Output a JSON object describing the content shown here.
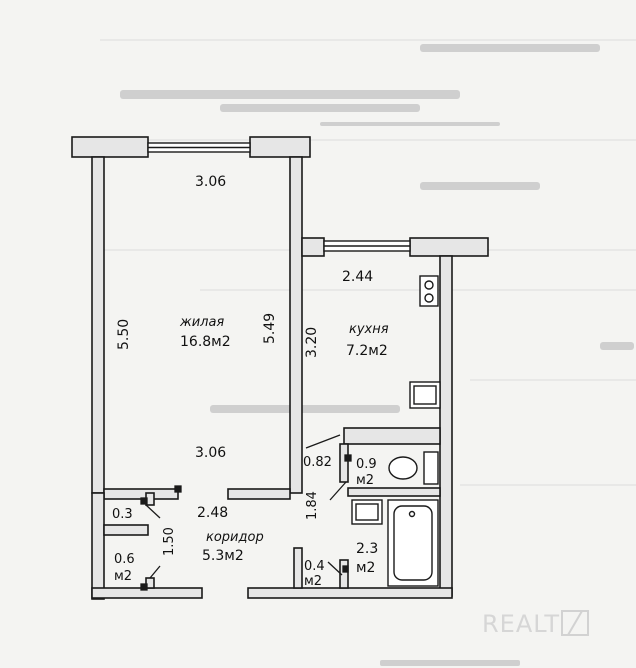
{
  "plan": {
    "living_room": {
      "name": "жилая",
      "area": "16.8м2",
      "dim_top": "3.06",
      "dim_bottom": "3.06",
      "dim_left": "5.50",
      "dim_right": "5.49"
    },
    "kitchen": {
      "name": "кухня",
      "area": "7.2м2",
      "dim_top": "2.44",
      "dim_left": "3.20"
    },
    "corridor": {
      "name": "коридор",
      "area": "5.3м2",
      "dim_top": "2.48",
      "dim_left": "1.50",
      "dim_right": "1.84"
    },
    "closet_small": {
      "dim": "0.3"
    },
    "closet": {
      "area_value": "0.6",
      "area_unit": "м2"
    },
    "niche": {
      "area_value": "0.4",
      "area_unit": "м2"
    },
    "toilet": {
      "area_value": "0.9",
      "area_unit": "м2",
      "dim": "0.82"
    },
    "bathroom": {
      "area_value": "2.3",
      "area_unit": "м2"
    }
  },
  "watermark": "REALT",
  "colors": {
    "wall": "#e6e6e6",
    "wall_stroke": "#1a1a1a",
    "paper": "#f4f4f2",
    "faded_text": "#c9c9c9"
  }
}
